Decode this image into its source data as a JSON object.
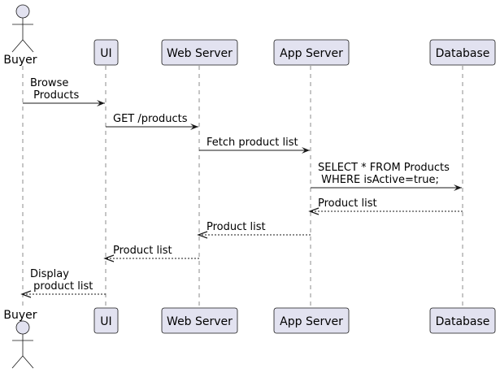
{
  "colors": {
    "participant_fill": "#E2E2F0",
    "participant_stroke": "#181818",
    "lifeline": "#181818",
    "arrow": "#181818",
    "text": "#000000",
    "background": "#FFFFFF"
  },
  "participants": [
    {
      "id": "buyer",
      "label": "Buyer",
      "kind": "actor"
    },
    {
      "id": "ui",
      "label": "UI",
      "kind": "participant"
    },
    {
      "id": "web",
      "label": "Web Server",
      "kind": "participant"
    },
    {
      "id": "app",
      "label": "App Server",
      "kind": "participant"
    },
    {
      "id": "db",
      "label": "Database",
      "kind": "participant"
    }
  ],
  "messages": [
    {
      "from": "buyer",
      "to": "ui",
      "style": "solid",
      "lines": [
        "Browse",
        " Products"
      ]
    },
    {
      "from": "ui",
      "to": "web",
      "style": "solid",
      "lines": [
        "GET /products"
      ]
    },
    {
      "from": "web",
      "to": "app",
      "style": "solid",
      "lines": [
        "Fetch product list"
      ]
    },
    {
      "from": "app",
      "to": "db",
      "style": "solid",
      "lines": [
        "SELECT * FROM Products",
        " WHERE isActive=true;"
      ]
    },
    {
      "from": "db",
      "to": "app",
      "style": "dashed",
      "lines": [
        "Product list"
      ]
    },
    {
      "from": "app",
      "to": "web",
      "style": "dashed",
      "lines": [
        "Product list"
      ]
    },
    {
      "from": "web",
      "to": "ui",
      "style": "dashed",
      "lines": [
        "Product list"
      ]
    },
    {
      "from": "ui",
      "to": "buyer",
      "style": "dashed",
      "lines": [
        "Display",
        " product list"
      ]
    }
  ]
}
